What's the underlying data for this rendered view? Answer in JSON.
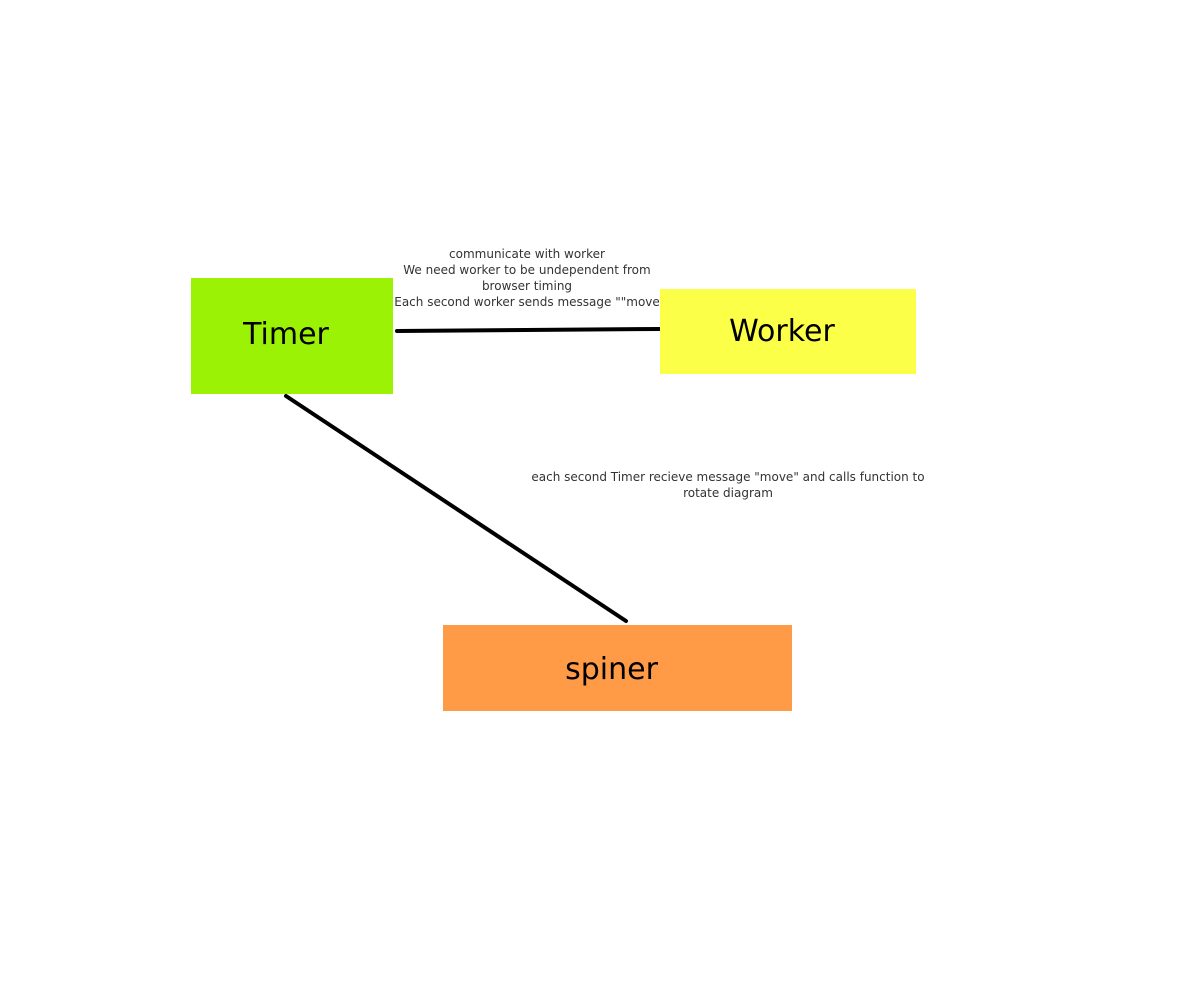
{
  "nodes": {
    "timer": {
      "label": "Timer",
      "color": "#9cf205"
    },
    "worker": {
      "label": "Worker",
      "color": "#fbff47"
    },
    "spiner": {
      "label": "spiner",
      "color": "#ff9a47"
    }
  },
  "edges": {
    "timer_worker": {
      "color": "#000000",
      "annotation_lines": [
        "communicate with worker",
        "We need worker to be undependent from",
        "browser timing",
        "Each second worker sends message \"\"move"
      ]
    },
    "timer_spiner": {
      "color": "#000000",
      "annotation": "each second Timer recieve message \"move\" and calls function to rotate diagram"
    }
  }
}
